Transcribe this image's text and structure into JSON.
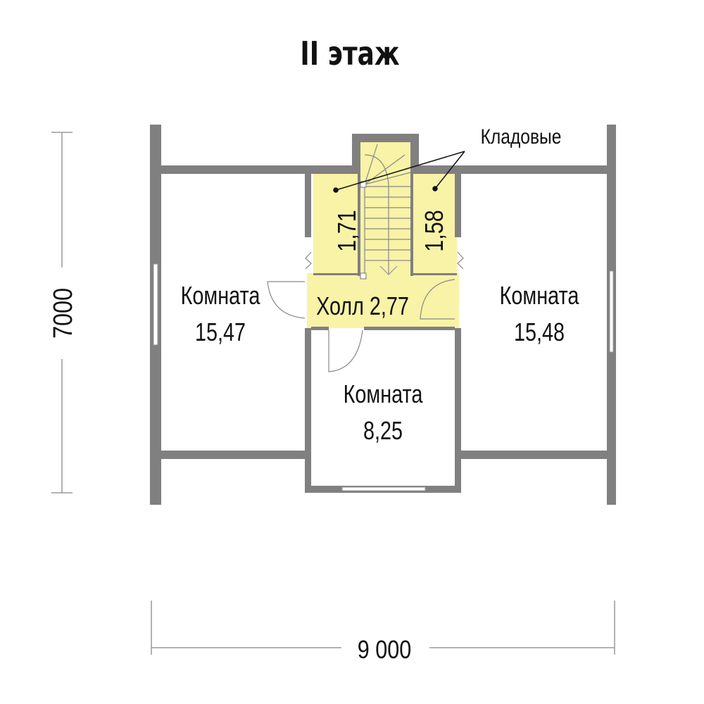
{
  "title": "II этаж",
  "dimensions": {
    "height": "7000",
    "width": "9 000"
  },
  "storage_label": "Кладовые",
  "rooms": [
    {
      "name": "Комната",
      "area": "15,47"
    },
    {
      "name": "Комната",
      "area": "15,48"
    },
    {
      "name": "Комната",
      "area": "8,25"
    },
    {
      "name": "Холл 2,77"
    },
    {
      "area": "1,71"
    },
    {
      "area": "1,58"
    }
  ],
  "colors": {
    "wall": "#808080",
    "highlight": "#f8f3a6",
    "text": "#111111"
  }
}
